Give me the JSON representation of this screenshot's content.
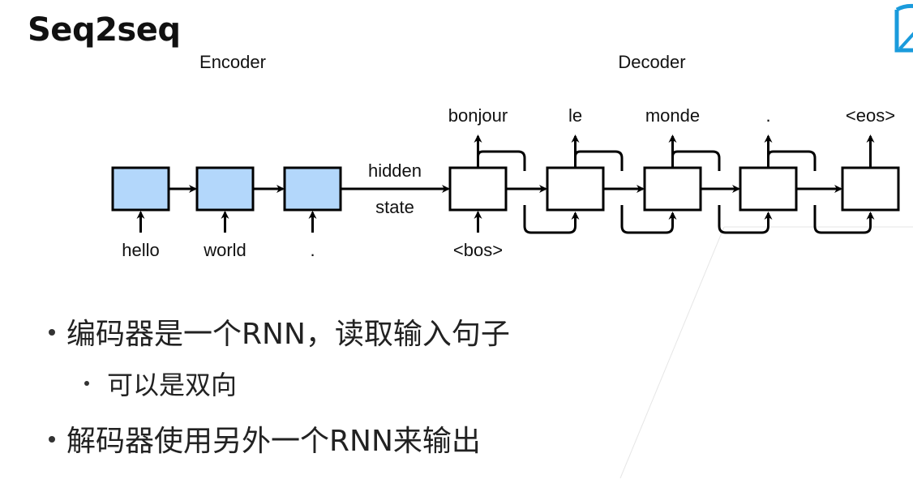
{
  "slide": {
    "title": "Seq2seq",
    "logo_icon": "book-icon",
    "logo_color": "#1a9bdc"
  },
  "diagram": {
    "encoder_label": "Encoder",
    "decoder_label": "Decoder",
    "encoder_inputs": [
      "hello",
      "world",
      "."
    ],
    "hidden_state_label": [
      "hidden",
      "state"
    ],
    "decoder_start_input": "<bos>",
    "decoder_outputs": [
      "bonjour",
      "le",
      "monde",
      ".",
      "<eos>"
    ],
    "encoder_cell_color": "#b3d7fb",
    "decoder_cell_color": "#ffffff"
  },
  "bullets": [
    {
      "level": 1,
      "text": "编码器是一个RNN，读取输入句子"
    },
    {
      "level": 2,
      "text": "可以是双向"
    },
    {
      "level": 1,
      "text": "解码器使用另外一个RNN来输出"
    }
  ]
}
